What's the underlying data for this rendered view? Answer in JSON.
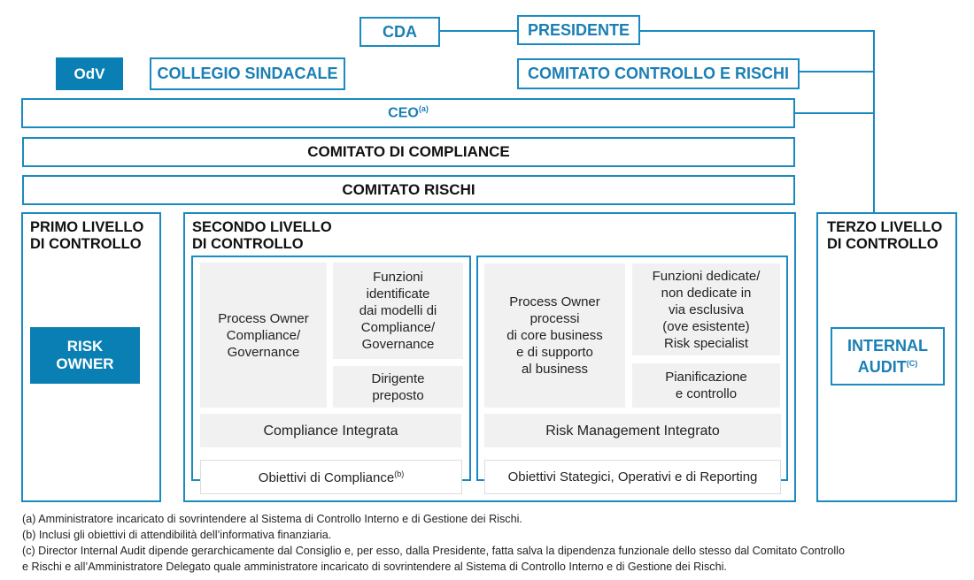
{
  "colors": {
    "accent": "#1a8ac0",
    "filled_box": "#0a7fb3",
    "cell_bg": "#f1f1f1"
  },
  "top": {
    "cda": "CDA",
    "presidente": "PRESIDENTE",
    "odv": "OdV",
    "collegio": "COLLEGIO SINDACALE",
    "ccr": "COMITATO CONTROLLO E RISCHI",
    "ceo": "CEO",
    "ceo_note": "(a)",
    "comitato_compliance": "COMITATO DI COMPLIANCE",
    "comitato_rischi": "COMITATO RISCHI"
  },
  "primo": {
    "title1": "PRIMO LIVELLO",
    "title2": "DI CONTROLLO",
    "risk_owner1": "RISK",
    "risk_owner2": "OWNER"
  },
  "secondo": {
    "title1": "SECONDO LIVELLO",
    "title2": "DI CONTROLLO",
    "left": {
      "process_owner": [
        "Process Owner",
        "Compliance/",
        "Governance"
      ],
      "funzioni": [
        "Funzioni",
        "identificate",
        "dai modelli di",
        "Compliance/",
        "Governance"
      ],
      "dirigente": [
        "Dirigente",
        "preposto"
      ],
      "integrata": "Compliance Integrata",
      "obiettivi": "Obiettivi di Compliance",
      "obiettivi_note": "(b)"
    },
    "right": {
      "process_owner": [
        "Process Owner",
        "processi",
        "di core business",
        "e di supporto",
        "al business"
      ],
      "funzioni": [
        "Funzioni dedicate/",
        "non dedicate in",
        "via esclusiva",
        "(ove esistente)",
        "Risk specialist"
      ],
      "pianificazione": [
        "Pianificazione",
        "e controllo"
      ],
      "integrato": "Risk Management Integrato",
      "obiettivi": "Obiettivi Stategici, Operativi e di Reporting"
    }
  },
  "terzo": {
    "title1": "TERZO LIVELLO",
    "title2": "DI CONTROLLO",
    "audit1": "INTERNAL",
    "audit2": "AUDIT",
    "audit_note": "(C)"
  },
  "footnotes": [
    "(a) Amministratore incaricato di sovrintendere al Sistema di Controllo Interno e di Gestione dei Rischi.",
    "(b) Inclusi gli obiettivi di attendibilità dell’informativa finanziaria.",
    "(c) Director Internal Audit dipende gerarchicamente dal Consiglio e, per esso, dalla Presidente, fatta salva la dipendenza funzionale dello stesso dal Comitato Controllo",
    "e Rischi e all’Amministratore Delegato quale amministratore incaricato di sovrintendere al Sistema di Controllo Interno e di Gestione dei Rischi."
  ]
}
